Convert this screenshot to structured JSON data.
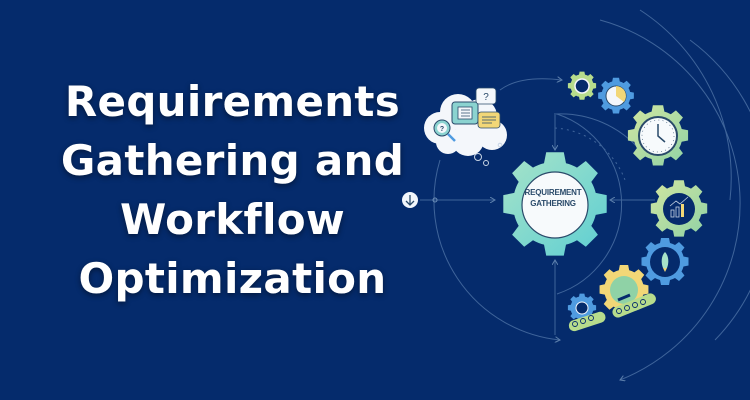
{
  "title": {
    "lines": [
      "Requirements",
      "Gathering and",
      "Workflow",
      "Optimization"
    ]
  },
  "diagram": {
    "center_label_line1": "REQUIREMENT",
    "center_label_line2": "GATHERING",
    "icons": [
      "thought-cloud-icon",
      "question-bubble-icon",
      "document-bubble-icon",
      "chat-bubble-icon",
      "magnifier-question-icon",
      "down-arrow-circle-icon",
      "small-gear-icon",
      "pie-chart-gear-icon",
      "clock-gear-icon",
      "growth-chart-gear-icon",
      "rocket-gear-icon",
      "conveyor-gear-icon"
    ]
  },
  "colors": {
    "background": "#052b6c",
    "title_text": "#ffffff",
    "gear_teal": "#7fd6cf",
    "gear_green": "#b7dc8c",
    "gear_blue": "#4f9be0",
    "gear_yellow": "#f2d777"
  }
}
